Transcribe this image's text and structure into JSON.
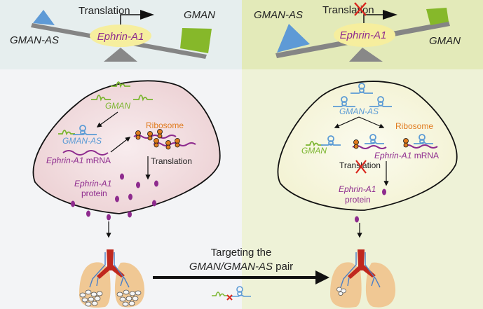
{
  "colors": {
    "left_top_bg": "#e6eeee",
    "right_top_bg": "#e3eab9",
    "left_bottom_bg": "#f3f4f6",
    "right_bottom_bg": "#eef2d7",
    "gman": "#7ab52e",
    "gman_as": "#5b9bd5",
    "ephrin": "#8e2b8e",
    "ribosome": "#e07b1f",
    "lung": "#f0c894",
    "artery": "#c0281e",
    "vessel": "#4a7fc8",
    "cross": "#d9251c"
  },
  "left_panel": {
    "seesaw": {
      "left_label": "GMAN-AS",
      "right_label": "GMAN",
      "center_label": "Ephrin-A1",
      "translation_label": "Translation"
    },
    "cell": {
      "gman_label": "GMAN",
      "gman_as_label": "GMAN-AS",
      "mrna_gene": "Ephrin-A1",
      "mrna_suffix": " mRNA",
      "ribosome_label": "Ribosome",
      "translation_label": "Translation",
      "protein_gene": "Ephrin-A1",
      "protein_label": "protein"
    }
  },
  "right_panel": {
    "seesaw": {
      "left_label": "GMAN-AS",
      "right_label": "GMAN",
      "center_label": "Ephrin-A1",
      "translation_label": "Translation"
    },
    "cell": {
      "gman_as_label": "GMAN-AS",
      "gman_label": "GMAN",
      "ribosome_label": "Ribosome",
      "mrna_gene": "Ephrin-A1",
      "mrna_suffix": " mRNA",
      "translation_label": "Translation",
      "protein_gene": "Ephrin-A1",
      "protein_label": "protein"
    }
  },
  "bottom": {
    "arrow_line1": "Targeting the",
    "arrow_line2_italic": "GMAN/GMAN-AS",
    "arrow_line2_suffix": " pair"
  }
}
